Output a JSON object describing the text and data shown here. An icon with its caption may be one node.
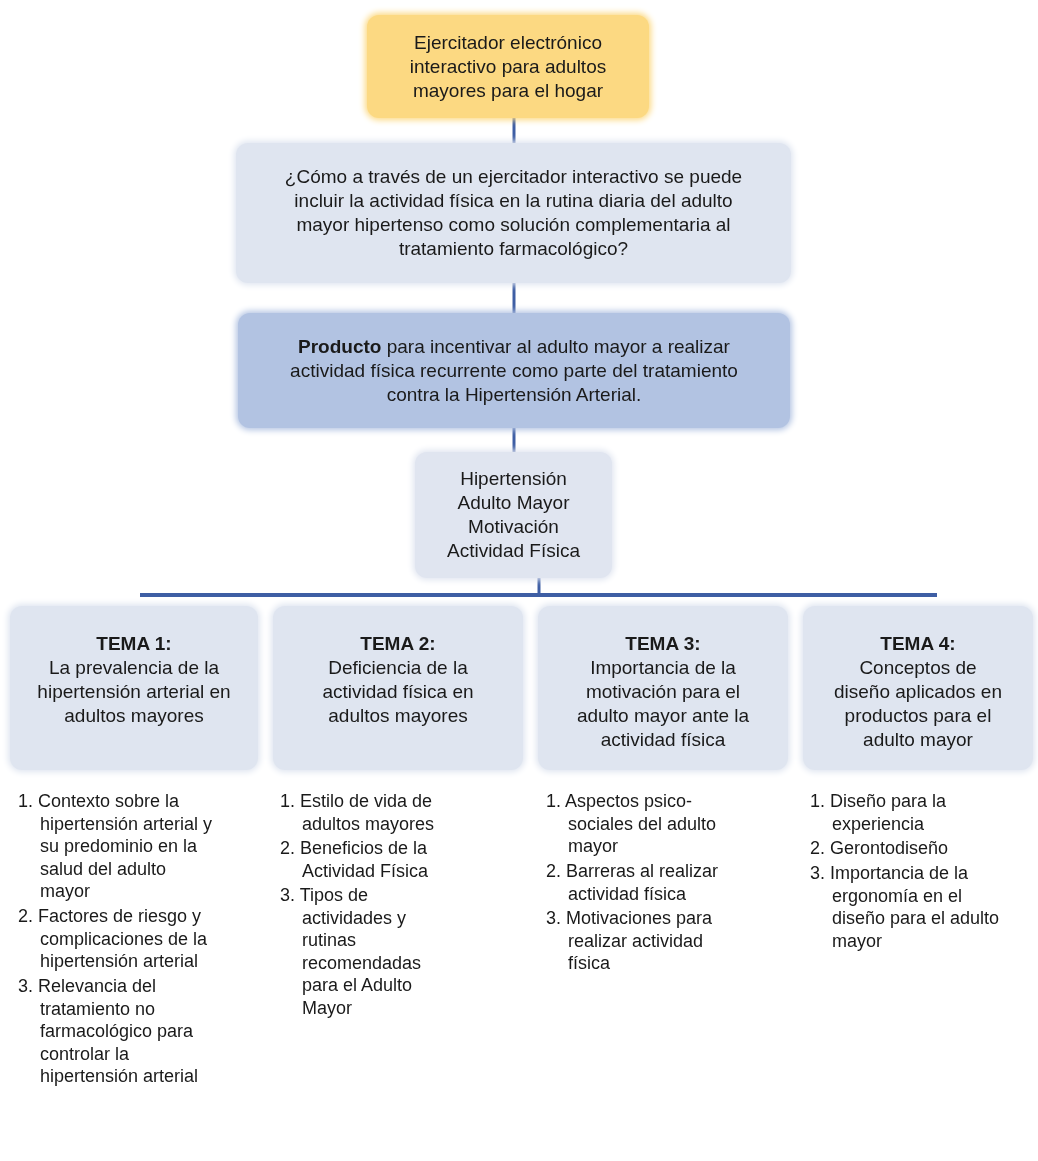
{
  "diagram": {
    "nodes": [
      {
        "text": [
          "Ejercitador electrónico interactivo para adultos mayores para el hogar"
        ]
      },
      {
        "text": [
          "¿Cómo a través de un ejercitador interactivo se puede incluir la actividad física en la rutina diaria del adulto mayor hipertenso como solución complementaria al tratamiento farmacológico?"
        ]
      },
      {
        "text": [
          "**Producto** para incentivar al adulto mayor a realizar actividad física recurrente como parte del tratamiento contra la Hipertensión Arterial."
        ]
      },
      {
        "text": [
          "Hipertensión",
          "Adulto Mayor",
          "Motivación",
          "Actividad Física"
        ]
      },
      {
        "text": [],
        "shape": "bar"
      },
      {
        "text": [
          "TEMA 1:",
          "La prevalencia de la hipertensión arterial en adultos mayores"
        ]
      },
      {
        "text": [
          "TEMA 2:",
          "Deficiencia de la actividad física en adultos mayores"
        ]
      },
      {
        "text": [
          "TEMA 3:",
          "Importancia de la motivación para el adulto mayor ante la actividad física"
        ]
      },
      {
        "text": [
          "TEMA 4:",
          "Conceptos de diseño aplicados en productos para el adulto mayor"
        ]
      }
    ],
    "edges": [
      {
        "from": 0,
        "to": 1,
        "arrow": "none"
      },
      {
        "from": 1,
        "to": 2,
        "arrow": "none"
      },
      {
        "from": 2,
        "to": 3,
        "arrow": "none"
      },
      {
        "from": 3,
        "to": 4,
        "arrow": "none"
      }
    ],
    "labels": [
      "1. Contexto sobre la hipertensión arterial y su predominio en la salud del adulto mayor",
      "2. Factores de riesgo y complicaciones de la hipertensión arterial",
      "3. Relevancia del tratamiento no farmacológico para controlar la hipertensión arterial",
      "1. Estilo de vida de adultos mayores",
      "2. Beneficios de la Actividad Física",
      "3. Tipos de actividades y rutinas recomendadas para el Adulto Mayor",
      "1. Aspectos psico-sociales del adulto mayor",
      "2. Barreras al realizar actividad física",
      "3. Motivaciones para realizar actividad física",
      "1. Diseño para la experiencia",
      "2. Gerontodiseño",
      "3. Importancia de la ergonomía en el diseño para el adulto mayor"
    ]
  }
}
